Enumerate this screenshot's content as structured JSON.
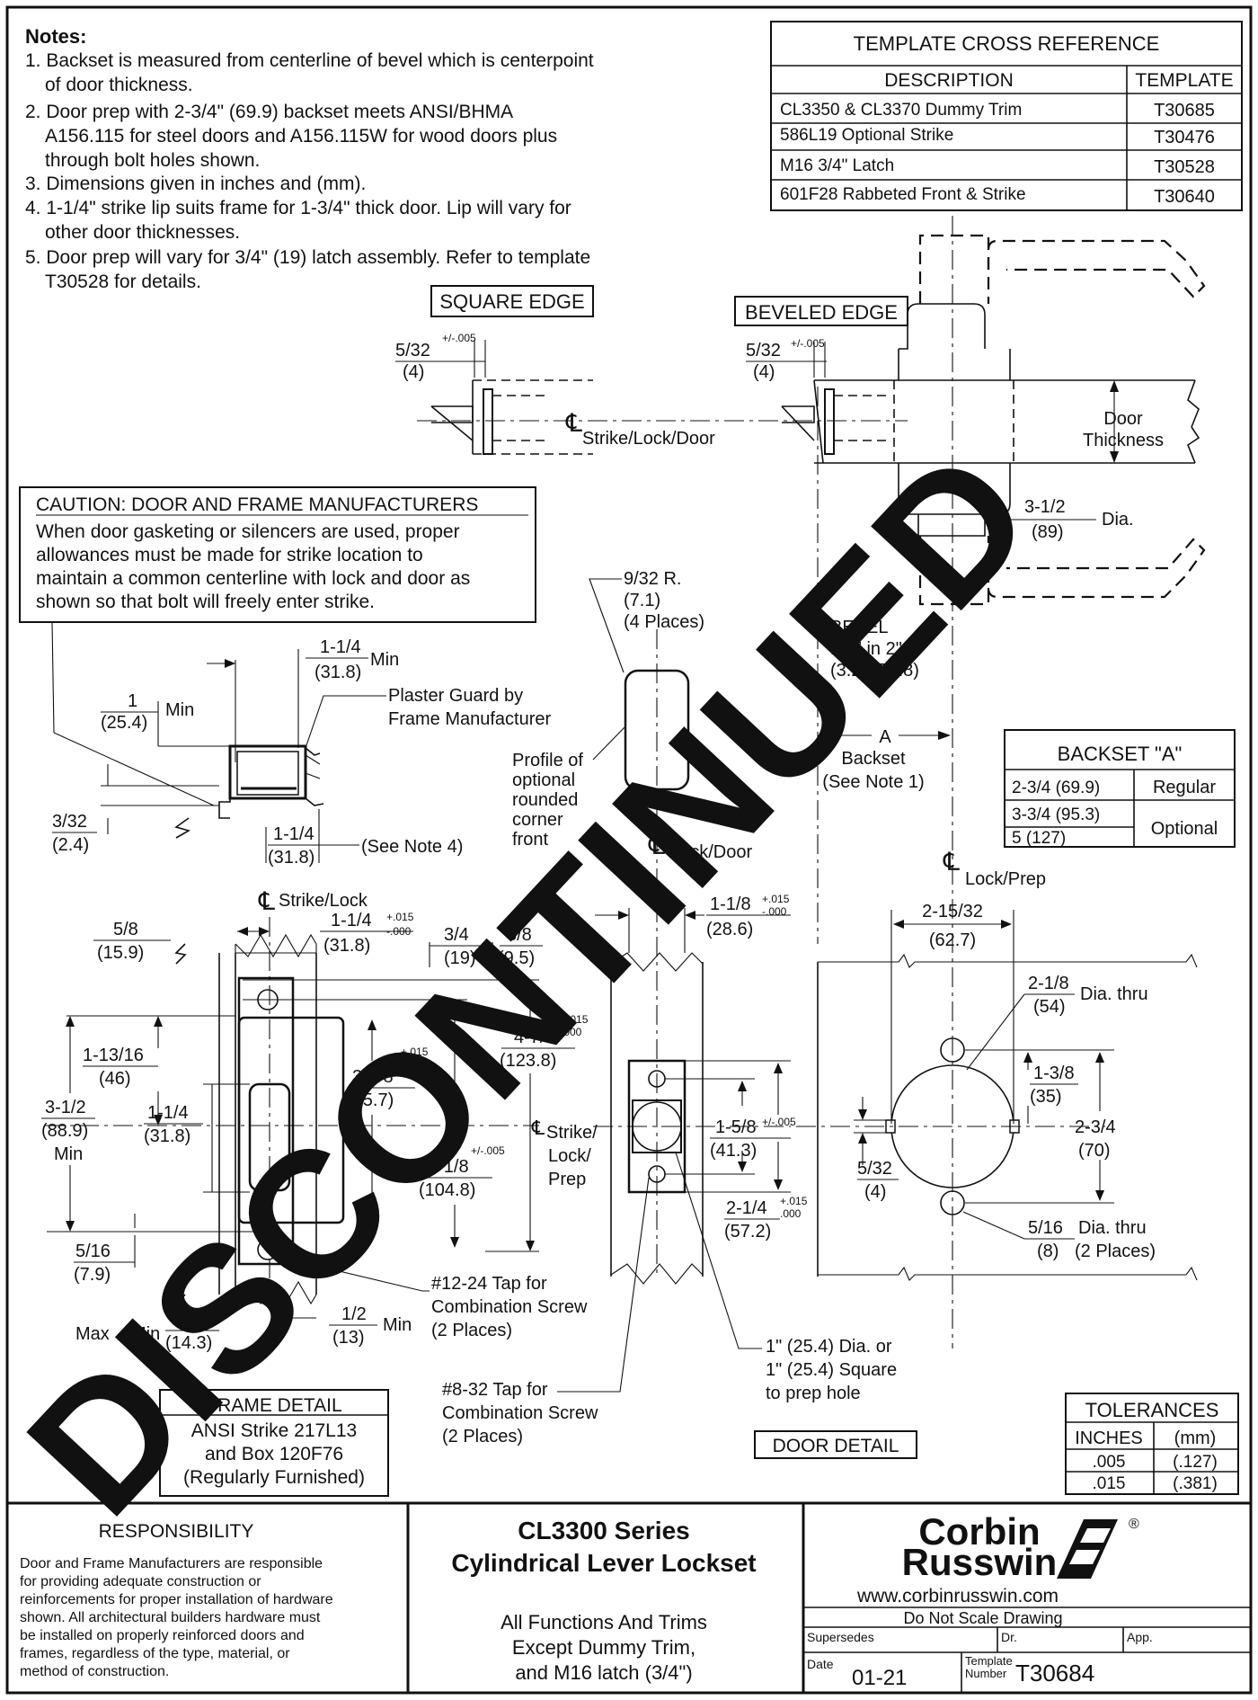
{
  "notes": {
    "heading": "Notes:",
    "lines": [
      "1. Backset is measured from centerline of bevel which is centerpoint",
      "of door thickness.",
      "2. Door prep with 2-3/4\" (69.9) backset meets ANSI/BHMA",
      "A156.115 for steel doors and A156.115W for wood doors plus",
      "through bolt holes shown.",
      "3. Dimensions given in inches and (mm).",
      "4. 1-1/4\" strike lip suits frame for 1-3/4\" thick door. Lip will vary for",
      "other door thicknesses.",
      "5. Door prep will vary for 3/4\" (19) latch assembly. Refer to template",
      "T30528 for details."
    ]
  },
  "cross_reference": {
    "title": "TEMPLATE CROSS REFERENCE",
    "col_description": "DESCRIPTION",
    "col_template": "TEMPLATE",
    "rows": [
      {
        "description": "CL3350 & CL3370 Dummy Trim",
        "template": "T30685"
      },
      {
        "description": "586L19 Optional Strike",
        "template": "T30476"
      },
      {
        "description": "M16 3/4\" Latch",
        "template": "T30528"
      },
      {
        "description": "601F28 Rabbeted Front & Strike",
        "template": "T30640"
      }
    ]
  },
  "caution": {
    "title": "CAUTION: DOOR AND FRAME MANUFACTURERS",
    "lines": [
      "When door gasketing or silencers are used, proper",
      "allowances must be made for strike location to",
      "maintain a common centerline with lock and door as",
      "shown so that bolt will freely enter strike."
    ]
  },
  "labels": {
    "square_edge": "SQUARE EDGE",
    "beveled_edge": "BEVELED EDGE",
    "five_32": "5/32",
    "tol_005": "+/-.005",
    "four_mm": "(4)",
    "cl_symbol": "℄",
    "strike_lock_door": "Strike/Lock/Door",
    "door_thickness_1": "Door",
    "door_thickness_2": "Thickness",
    "dia_3_1_2": "3-1/2",
    "dia_89": "(89)",
    "dia_word": "Dia.",
    "bevel": "BEVEL",
    "bevel_1": "1/8\" in 2\"",
    "bevel_2": "(3.2) (50.8)",
    "r_9_32": "9/32 R.",
    "r_7_1": "(7.1)",
    "r_places": "(4 Places)",
    "profile_1": "Profile of",
    "profile_2": "optional",
    "profile_3": "rounded",
    "profile_4": "corner",
    "profile_5": "front",
    "lock_door": "Lock/Door",
    "a_letter": "A",
    "backset": "Backset",
    "see_note_1": "(See Note 1)",
    "lock_prep": "Lock/Prep",
    "d_1_1_4": "1-1/4",
    "d_31_8": "(31.8)",
    "min": "Min",
    "plaster_1": "Plaster Guard by",
    "plaster_2": "Frame Manufacturer",
    "d_1": "1",
    "d_25_4": "(25.4)",
    "d_3_32": "3/32",
    "d_2_4": "(2.4)",
    "see_note_4": "(See Note 4)",
    "strike_lock": "Strike/Lock",
    "d_5_8": "5/8",
    "d_15_9": "(15.9)",
    "tol_015_p": "+.015",
    "tol_000_m": "-.000",
    "d_3_4": "3/4",
    "d_19": "(19)",
    "d_3_8": "3/8",
    "d_9_5": "(9.5)",
    "d_4_7_8": "4-7/8",
    "d_123_8": "(123.8)",
    "tol_015b": "+.015",
    "tol_000b": ".000",
    "d_1_13_16": "1-13/16",
    "d_46": "(46)",
    "d_3_3_8": "3-3/8",
    "d_85_7": "(85.7)",
    "d_3_1_2": "3-1/2",
    "d_88_9": "(88.9)",
    "d_1_1_4b": "1-1/4",
    "d_31_8b": "(31.8)",
    "strike_1": "Strike/",
    "strike_2": "Lock/",
    "strike_3": "Prep",
    "d_4_1_8": "4-1/8",
    "d_104_8": "(104.8)",
    "tol_005b": "+/-.005",
    "d_5_16": "5/16",
    "d_7_9": "(7.9)",
    "max": "Max",
    "d_9_16": "9/16",
    "d_14_3": "(14.3)",
    "d_1_2": "1/2",
    "d_13": "(13)",
    "tap12_1": "#12-24 Tap for",
    "tap12_2": "Combination Screw",
    "tap12_3": "(2 Places)",
    "d_1_1_8": "1-1/8",
    "d_28_6": "(28.6)",
    "d_1_5_8": "1-5/8",
    "d_41_3": "(41.3)",
    "d_2_1_4": "2-1/4",
    "d_57_2": "(57.2)",
    "tap8_1": "#8-32 Tap for",
    "tap8_2": "Combination Screw",
    "tap8_3": "(2 Places)",
    "hole_1": "1\" (25.4) Dia. or",
    "hole_2": "1\" (25.4) Square",
    "hole_3": "to prep hole",
    "d_2_15_32": "2-15/32",
    "d_62_7": "(62.7)",
    "d_2_1_8": "2-1/8",
    "d_54": "(54)",
    "dia_thru": "Dia. thru",
    "d_1_3_8": "1-3/8",
    "d_35": "(35)",
    "d_2_3_4": "2-3/4",
    "d_70": "(70)",
    "d_5_32b": "5/32",
    "d_4b": "(4)",
    "d_5_16b": "5/16",
    "d_8": "(8)",
    "two_places": "(2 Places)",
    "door_detail": "DOOR DETAIL",
    "watermark": "DISCONTINUED"
  },
  "backset_table": {
    "title": "BACKSET \"A\"",
    "rows": [
      {
        "size": "2-3/4 (69.9)",
        "type": "Regular"
      },
      {
        "size": "3-3/4 (95.3)",
        "type": "Optional"
      },
      {
        "size": "5 (127)",
        "type": ""
      }
    ]
  },
  "frame_detail": {
    "title": "FRAME DETAIL",
    "lines": [
      "ANSI Strike 217L13",
      "and Box 120F76",
      "(Regularly Furnished)"
    ]
  },
  "tolerances": {
    "title": "TOLERANCES",
    "col_inches": "INCHES",
    "col_mm": "(mm)",
    "rows": [
      {
        "inches": ".005",
        "mm": "(.127)"
      },
      {
        "inches": ".015",
        "mm": "(.381)"
      }
    ]
  },
  "footer": {
    "responsibility_title": "RESPONSIBILITY",
    "responsibility_lines": [
      "Door and Frame Manufacturers are responsible",
      "for providing adequate construction or",
      "reinforcements for proper installation of hardware",
      "shown. All architectural builders hardware must",
      "be installed on properly reinforced doors and",
      "frames, regardless of the type, material, or",
      "method of construction."
    ],
    "product_line_1": "CL3300 Series",
    "product_line_2": "Cylindrical Lever Lockset",
    "applies_lines": [
      "All Functions And Trims",
      "Except Dummy Trim,",
      "and M16 latch (3/4\")"
    ],
    "logo_line_1": "Corbin",
    "logo_line_2": "Russwin",
    "registered": "®",
    "website": "www.corbinrusswin.com",
    "scale_note": "Do Not Scale Drawing",
    "supersedes_label": "Supersedes",
    "dr_label": "Dr.",
    "app_label": "App.",
    "date_label": "Date",
    "date_value": "01-21",
    "template_label_1": "Template",
    "template_label_2": "Number",
    "template_number": "T30684"
  }
}
